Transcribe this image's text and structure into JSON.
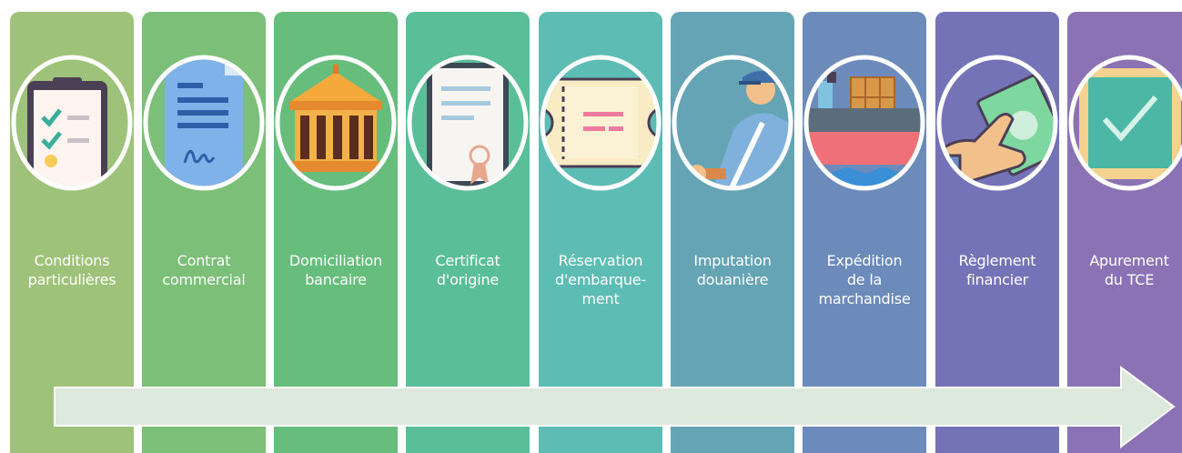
{
  "steps": [
    {
      "label": "Conditions\nparticulières",
      "color": "#9fc27a",
      "icon": "clipboard-checklist-icon"
    },
    {
      "label": "Contrat\ncommercial",
      "color": "#7bbf78",
      "icon": "signed-document-icon"
    },
    {
      "label": "Domiciliation\nbancaire",
      "color": "#67bd7c",
      "icon": "bank-building-icon"
    },
    {
      "label": "Certificat\nd'origine",
      "color": "#5abf98",
      "icon": "certificate-icon"
    },
    {
      "label": "Réservation\nd'embarque-\nment",
      "color": "#5dbcb3",
      "icon": "ticket-icon"
    },
    {
      "label": "Imputation\ndouanière",
      "color": "#64a4b5",
      "icon": "customs-officer-icon"
    },
    {
      "label": "Expédition\nde la\nmarchandise",
      "color": "#6c8bba",
      "icon": "cargo-ship-icon"
    },
    {
      "label": "Règlement\nfinancier",
      "color": "#7473b7",
      "icon": "payment-hand-icon"
    },
    {
      "label": "Apurement\ndu TCE",
      "color": "#8b72b4",
      "icon": "checkmark-screen-icon"
    }
  ],
  "arrow_color": "#dde9dc"
}
